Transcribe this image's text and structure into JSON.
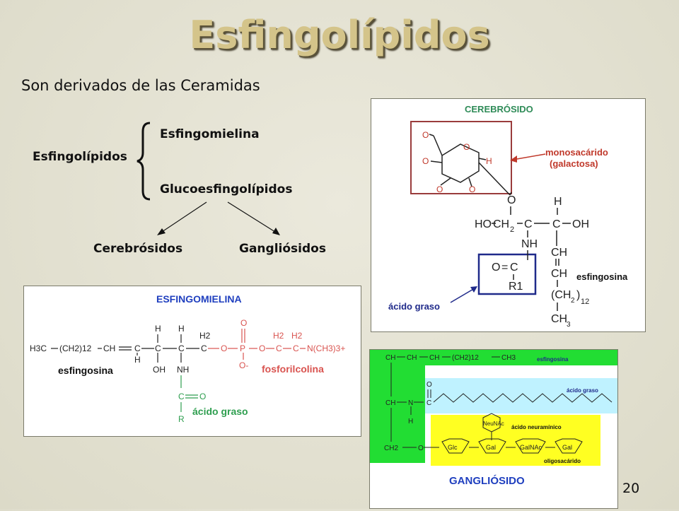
{
  "slide": {
    "title": "Esfingolípidos",
    "subtitle": "Son derivados de las Ceramidas",
    "page_number": "20"
  },
  "classification": {
    "root": "Esfingolípidos",
    "branch1": "Esfingomielina",
    "branch2": "Glucoesfingolípidos",
    "sub1": "Cerebrósidos",
    "sub2": "Gangliósidos"
  },
  "cerebroside": {
    "title": "CEREBRÓSIDO",
    "label_mono": "monosacárido",
    "label_galactose": "(galactosa)",
    "label_fatty_acid": "ácido graso",
    "label_sphingosine": "esfingosina",
    "atoms": {
      "o_top": "O",
      "h_top": "H",
      "ho": "HO",
      "ch2_left": "CH",
      "sub2": "2",
      "c1": "C",
      "c2": "C",
      "oh": "OH",
      "nh": "NH",
      "ch_a": "CH",
      "ch_b": "CH",
      "oc": "O",
      "c_amide": "C",
      "eq": "=",
      "r1": "R1",
      "ch2_chain": "(CH",
      "sub12": "12",
      "paren": ")",
      "ch3": "CH",
      "sub3": "3",
      "ring_h": "H",
      "ring_o1": "O",
      "ring_o2": "O",
      "ring_o3": "O",
      "ring_o4": "O",
      "ring_o5": "O"
    }
  },
  "sphingomyelin": {
    "title": "ESFINGOMIELINA",
    "label_sphingosine": "esfingosina",
    "label_phosphocholine": "fosforilcolina",
    "label_fatty_acid": "ácido graso",
    "atoms": {
      "h3c": "H3C",
      "ch2n": "(CH2)12",
      "ch": "CH",
      "c1": "C",
      "c2": "C",
      "c3": "C",
      "h_a": "H",
      "h_b": "H",
      "h_c": "H",
      "h2_a": "H2",
      "oh": "OH",
      "nh": "NH",
      "o1": "O",
      "p": "P",
      "o_top": "O",
      "o_minus": "O-",
      "o2": "O",
      "c4": "C",
      "c5": "C",
      "h2_b": "H2",
      "h2_c": "H2",
      "n": "N(CH3)3+",
      "c_amide": "C",
      "o_amide": "O",
      "r": "R"
    }
  },
  "ganglioside": {
    "title": "GANGLIÓSIDO",
    "label_sphingosine": "esfingosina",
    "label_fatty_acid": "ácido graso",
    "label_neuraminic": "ácido neuramínico",
    "label_oligo": "oligosacárido",
    "top_chain": [
      "CH",
      "CH",
      "CH",
      "(CH2)12",
      "CH3"
    ],
    "atoms": {
      "o_top": "O",
      "c": "C",
      "ch": "CH",
      "n": "N",
      "h": "H",
      "ch2": "CH2",
      "o": "O"
    },
    "sugars": [
      "Glc",
      "Gal",
      "GalNAc",
      "Gal"
    ],
    "neunac": "NeuNAc"
  },
  "colors": {
    "title_fill": "#d4c48a",
    "red_label": "#c0392b",
    "blue_box": "#1f2a8a",
    "gang_green": "#22dd33",
    "gang_cyan": "#bff2ff",
    "gang_yellow": "#ffff22"
  }
}
